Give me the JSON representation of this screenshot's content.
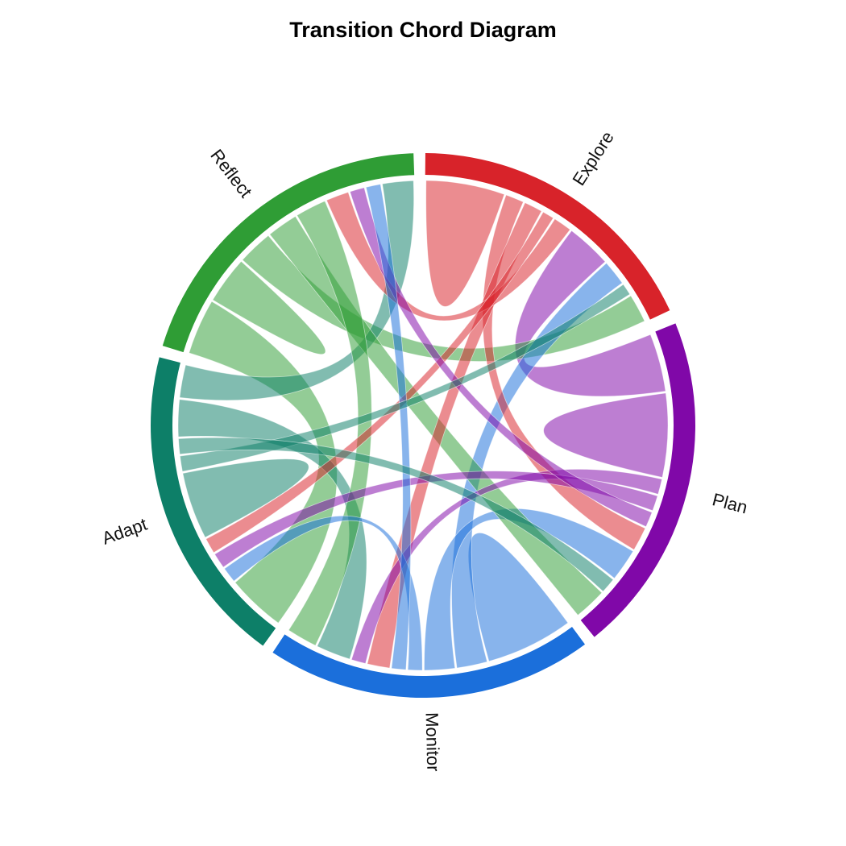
{
  "title": "Transition Chord Diagram",
  "chart_data": {
    "type": "chord",
    "title": "Transition Chord Diagram",
    "legend": "none",
    "nodes": [
      {
        "id": "E",
        "label": "Explore",
        "color": "#d8232a",
        "start_deg": -89.5,
        "end_deg": -25.0
      },
      {
        "id": "P",
        "label": "Plan",
        "color": "#8008a8",
        "start_deg": -22.0,
        "end_deg": 51.0
      },
      {
        "id": "M",
        "label": "Monitor",
        "color": "#1b6fdb",
        "start_deg": 53.5,
        "end_deg": 123.5
      },
      {
        "id": "A",
        "label": "Adapt",
        "color": "#0d7f68",
        "start_deg": 126.0,
        "end_deg": 194.5
      },
      {
        "id": "R",
        "label": "Reflect",
        "color": "#2f9d35",
        "start_deg": 197.0,
        "end_deg": 268.0
      }
    ],
    "matrix_rows_from_to": {
      "order": [
        "Explore",
        "Plan",
        "Monitor",
        "Adapt",
        "Reflect"
      ],
      "values": [
        [
          24,
          6,
          6,
          4,
          6
        ],
        [
          14,
          20,
          4,
          4,
          4
        ],
        [
          8,
          8,
          22,
          4,
          4
        ],
        [
          4,
          4,
          9,
          16,
          8
        ],
        [
          9,
          8,
          8,
          14,
          12
        ]
      ]
    },
    "subarc_order": {
      "E": [
        "EE",
        "EP",
        "EM",
        "EA",
        "ER",
        "PE",
        "ME",
        "AE",
        "RE"
      ],
      "P": [
        "PE",
        "PP",
        "PM",
        "PA",
        "PR",
        "EP",
        "MP",
        "AP",
        "RP"
      ],
      "M": [
        "MM",
        "ME",
        "MP",
        "MA",
        "MR",
        "EM",
        "PM",
        "AM",
        "RM"
      ],
      "A": [
        "RA",
        "MA",
        "PA",
        "EA",
        "AA",
        "AE",
        "AP",
        "AM",
        "AR"
      ],
      "R": [
        "RA",
        "RR",
        "RE",
        "RP",
        "RM",
        "ER",
        "PR",
        "MR",
        "AR"
      ]
    },
    "ribbon_opacity": 0.52,
    "background_color": "#ffffff",
    "label_color": "#111111"
  }
}
